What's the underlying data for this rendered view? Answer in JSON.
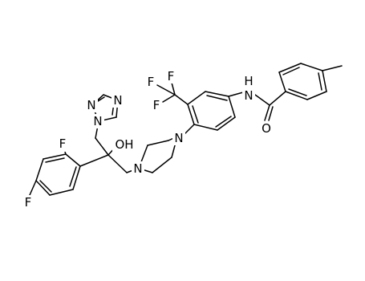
{
  "labels": {
    "n_triazole_1": "N",
    "n_triazole_2": "N",
    "n_triazole_4": "N",
    "f_ortho": "F",
    "f_para": "F",
    "hydroxyl": "OH",
    "n_piperazine_1": "N",
    "n_piperazine_4": "N",
    "cf3_f_left": "F",
    "cf3_f_top_left": "F",
    "cf3_f_top_right": "F",
    "amide_nh": "N",
    "amide_h": "H",
    "carbonyl_o": "O"
  }
}
